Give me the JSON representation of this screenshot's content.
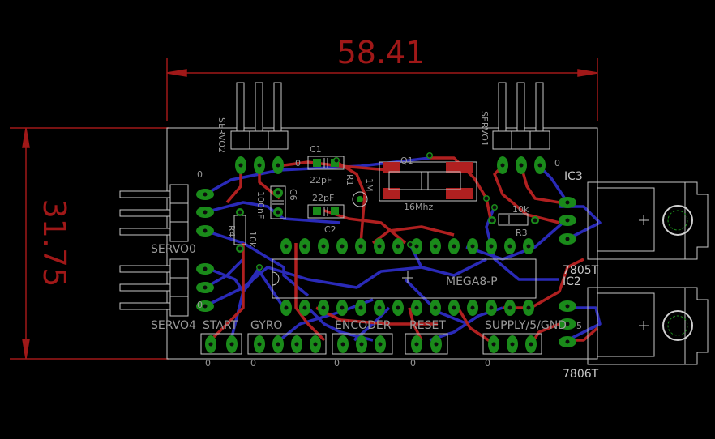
{
  "dimensions": {
    "width_label": "58.41",
    "height_label": "31.75"
  },
  "colors": {
    "background": "#000000",
    "dimension": "#a01818",
    "outline": "#c8c8c8",
    "pad": "#1a8a1a",
    "top_trace": "#b02020",
    "bottom_trace": "#2a2ab8"
  },
  "components": {
    "servo2": "SERVO2",
    "servo1": "SERVO1",
    "servo0": "SERVO0",
    "servo4": "SERVO4",
    "c1": "C1",
    "c2": "C2",
    "c6": "C6",
    "c1_value": "22pF",
    "c2_value": "22pF",
    "c6_value": "100nF",
    "r1": "R1",
    "r1_value": "1M",
    "q1": "Q1",
    "q1_value": "16Mhz",
    "r3": "R3",
    "r3_value": "10k",
    "r4": "R4",
    "r4_value": "10k",
    "ic1": "MEGA8-P",
    "ic2": "IC2",
    "ic2_value": "7805T",
    "ic3": "IC3",
    "ic3_value": "7806T",
    "start": "START",
    "gyro": "GYRO",
    "encoder": "ENCODER",
    "reset": "RESET",
    "supply": "SUPPLY/5/GND"
  },
  "pin_marks": {
    "zero": "0",
    "five": "5"
  }
}
